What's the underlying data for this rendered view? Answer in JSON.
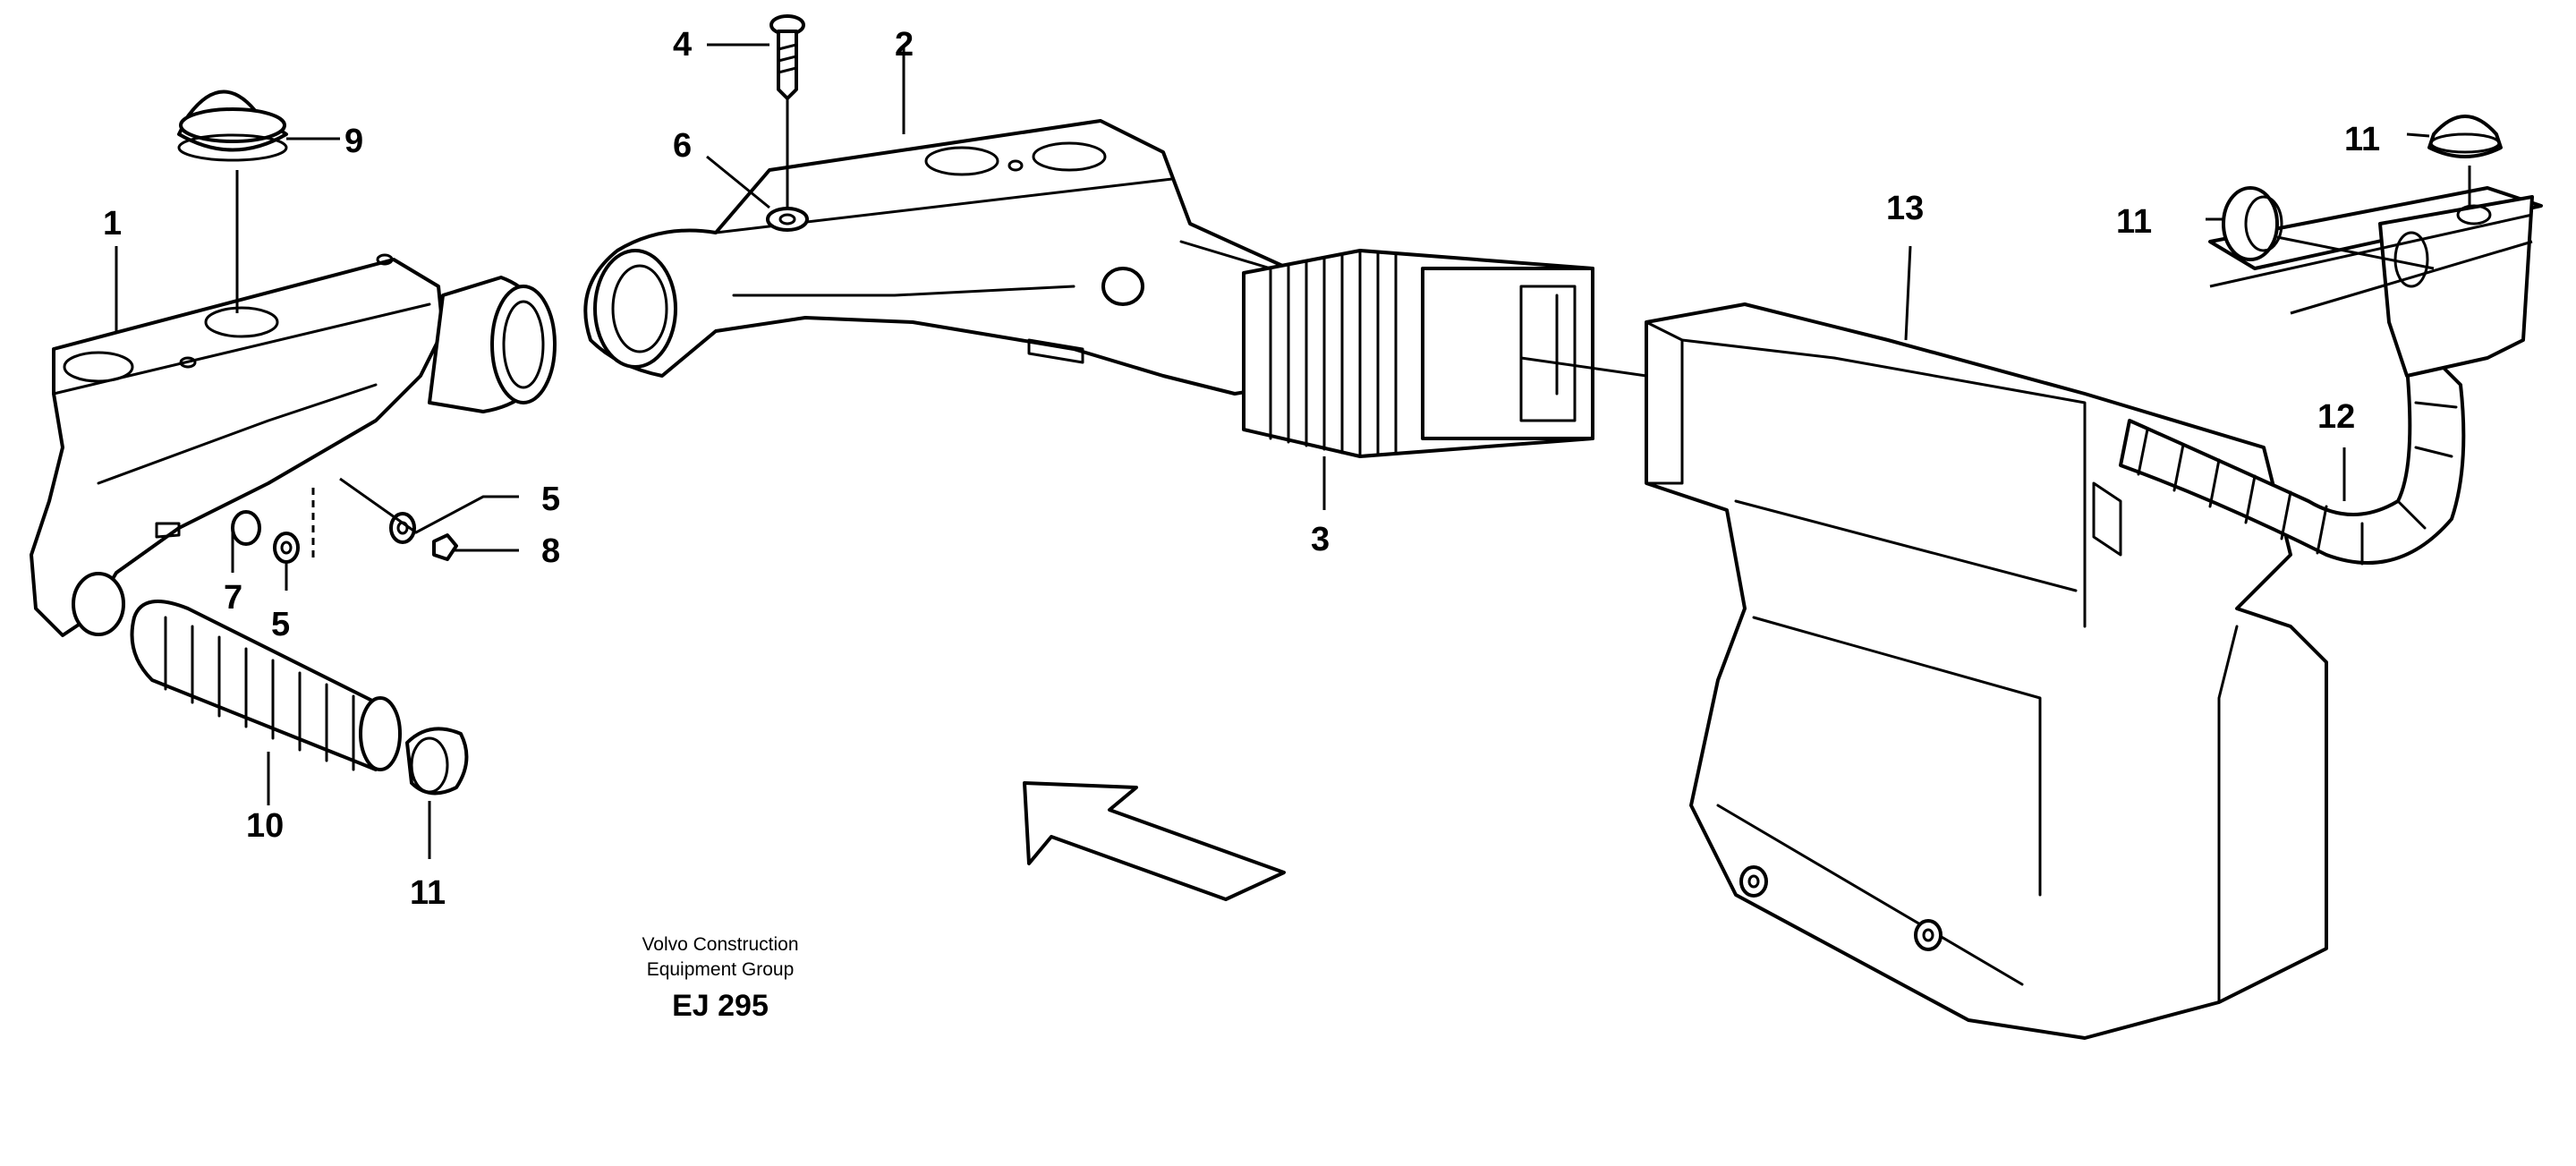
{
  "callouts": {
    "p1": "1",
    "p2": "2",
    "p3": "3",
    "p4": "4",
    "p5a": "5",
    "p5b": "5",
    "p6": "6",
    "p7": "7",
    "p8": "8",
    "p9": "9",
    "p10": "10",
    "p11a": "11",
    "p11b": "11",
    "p11c": "11",
    "p12": "12",
    "p13": "13"
  },
  "caption": {
    "line1": "Volvo Construction",
    "line2": "Equipment Group",
    "code": "EJ 295"
  }
}
